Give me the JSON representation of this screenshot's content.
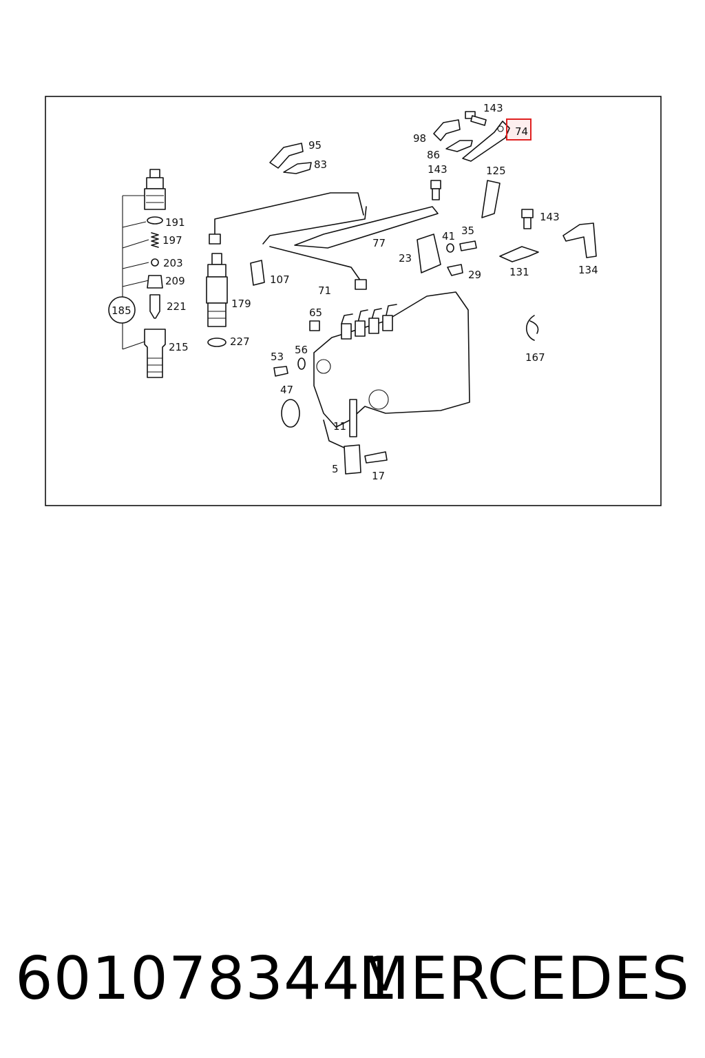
{
  "diagram": {
    "labels": {
      "l143a": "143",
      "l74": "74",
      "l98": "98",
      "l86": "86",
      "l95": "95",
      "l83": "83",
      "l143b": "143",
      "l125": "125",
      "l143c": "143",
      "l191": "191",
      "l197": "197",
      "l203": "203",
      "l209": "209",
      "l221": "221",
      "l185": "185",
      "l215": "215",
      "l179": "179",
      "l227": "227",
      "l107": "107",
      "l77": "77",
      "l71": "71",
      "l41": "41",
      "l35": "35",
      "l23": "23",
      "l29": "29",
      "l131": "131",
      "l134": "134",
      "l65": "65",
      "l53": "53",
      "l56": "56",
      "l47": "47",
      "l11": "11",
      "l5": "5",
      "l17": "17",
      "l167": "167"
    },
    "highlight_color": "#e02020"
  },
  "footer": {
    "part_number": "6010783441",
    "brand": "MERCEDES"
  }
}
